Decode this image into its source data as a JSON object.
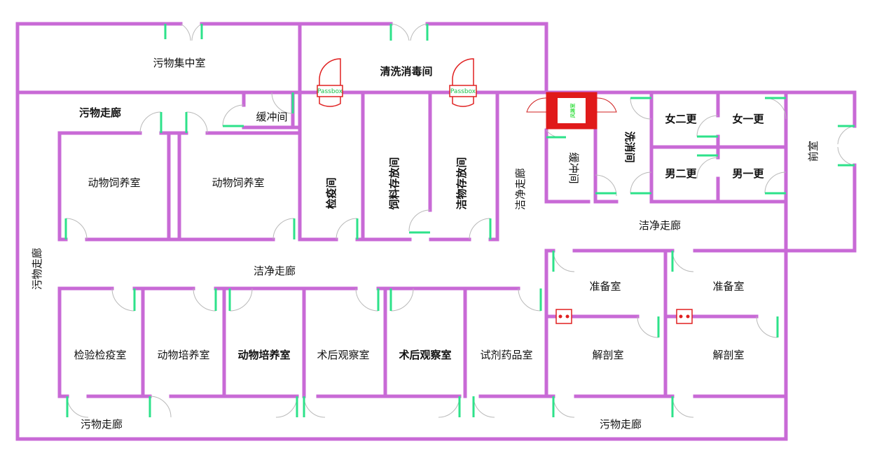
{
  "colors": {
    "wall": "#c86ad6",
    "door_leaf": "#2de28a",
    "passbox": "#e02020",
    "shower": "#e01a1a"
  },
  "rooms": {
    "waste_collection": "污物集中室",
    "cleaning_disinfection": "清洗消毒间",
    "dirty_corridor_top": "污物走廊",
    "buffer_room_1": "缓冲间",
    "animal_feeding_1": "动物饲养室",
    "animal_feeding_2": "动物饲养室",
    "quarantine_room": "检疫间",
    "feed_storage": "饲料存放间",
    "clean_storage": "洁物存放间",
    "clean_corridor_vertical": "洁净走廊",
    "buffer_room_2": "缓冲间",
    "wash_disinfect": "洗消间",
    "female_change_2": "女二更",
    "female_change_1": "女一更",
    "male_change_2": "男二更",
    "male_change_1": "男一更",
    "front_room": "前室",
    "clean_corridor_right": "洁净走廊",
    "dirty_corridor_left": "污物走廊",
    "clean_corridor_center": "洁净走廊",
    "prep_room_1": "准备室",
    "prep_room_2": "准备室",
    "dissection_1": "解剖室",
    "dissection_2": "解剖室",
    "inspection_quarantine": "检验检疫室",
    "animal_culture_1": "动物培养室",
    "animal_culture_2": "动物培养室",
    "postop_obs_1": "术后观察室",
    "postop_obs_2": "术后观察室",
    "reagent_drug": "试剂药品室",
    "dirty_corridor_bottom_left": "污物走廊",
    "dirty_corridor_bottom_right": "污物走廊"
  },
  "passbox_label": "Passbox",
  "shower_label": "风淋室"
}
